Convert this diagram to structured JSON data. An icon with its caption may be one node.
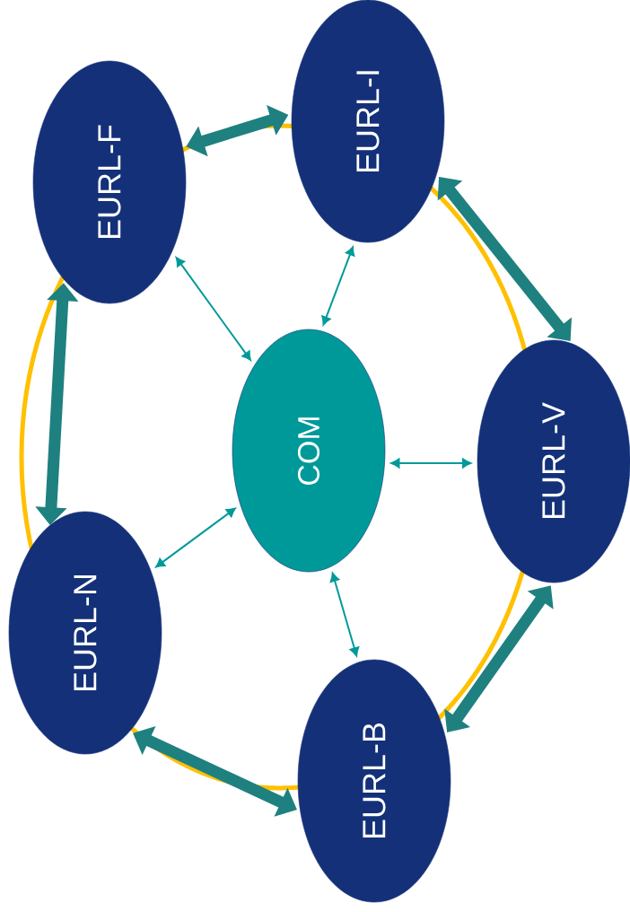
{
  "diagram": {
    "nodes": [
      {
        "text": [
          "EURL-F"
        ]
      },
      {
        "text": [
          "EURL-I"
        ]
      },
      {
        "text": [
          "COM"
        ]
      },
      {
        "text": [
          "EURL-V"
        ]
      },
      {
        "text": [
          "EURL-N"
        ]
      },
      {
        "text": [
          "EURL-B"
        ]
      }
    ],
    "edges": [
      {
        "from": 2,
        "to": 0,
        "arrow": "both",
        "color": "#009999"
      },
      {
        "from": 2,
        "to": 1,
        "arrow": "both",
        "color": "#009999"
      },
      {
        "from": 2,
        "to": 3,
        "arrow": "both",
        "color": "#009999"
      },
      {
        "from": 2,
        "to": 4,
        "arrow": "both",
        "color": "#009999"
      },
      {
        "from": 2,
        "to": 5,
        "arrow": "both",
        "color": "#009999"
      },
      {
        "from": 0,
        "to": 1,
        "arrow": "both",
        "style": "thick",
        "color": "#1f8080"
      },
      {
        "from": 1,
        "to": 3,
        "arrow": "both",
        "style": "thick",
        "color": "#1f8080"
      },
      {
        "from": 3,
        "to": 5,
        "arrow": "both",
        "style": "thick",
        "color": "#1f8080"
      },
      {
        "from": 5,
        "to": 4,
        "arrow": "both",
        "style": "thick",
        "color": "#1f8080"
      },
      {
        "from": 4,
        "to": 0,
        "arrow": "both",
        "style": "thick",
        "color": "#1f8080"
      }
    ]
  }
}
